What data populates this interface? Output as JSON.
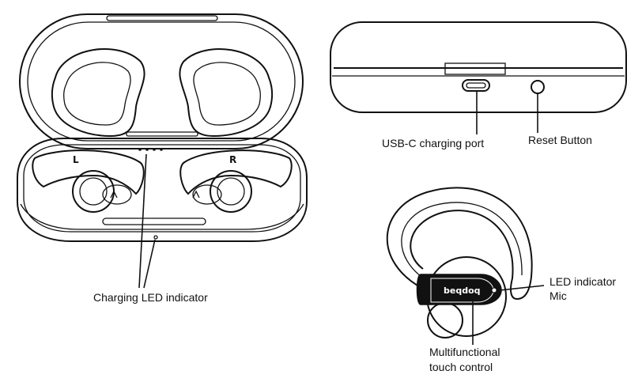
{
  "labels": {
    "charging_led": "Charging LED indicator",
    "usb_port": "USB-C charging port",
    "reset_button": "Reset Button",
    "led_indicator": "LED indicator",
    "mic": "Mic",
    "touch_control_line1": "Multifunctional",
    "touch_control_line2": "touch control"
  },
  "earbud_marks": {
    "left": "L",
    "right": "R"
  },
  "brand_text": "beqdoq"
}
